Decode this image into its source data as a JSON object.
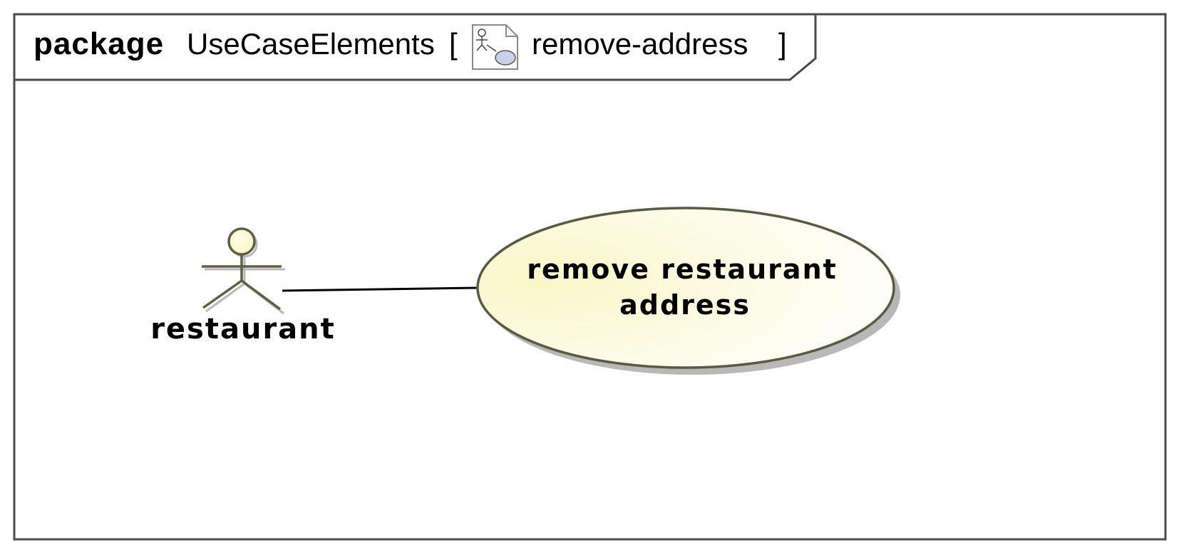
{
  "frame": {
    "keyword": "package",
    "name": "UseCaseElements",
    "open_bracket": "[",
    "diagram_icon": "use-case-diagram-icon",
    "diagram_name": "remove-address",
    "close_bracket": "]"
  },
  "actor": {
    "icon": "stick-figure-icon",
    "label": "restaurant"
  },
  "use_case": {
    "line1": "remove restaurant",
    "line2": "address"
  },
  "colors": {
    "frame_stroke": "#4a4a4a",
    "actor_fill": "#fdfcd8",
    "actor_stroke": "#5e5e45",
    "usecase_fill": "#fbfad2",
    "usecase_stroke": "#5a5a42",
    "shadow": "#b8b8b8",
    "text": "#000000"
  }
}
